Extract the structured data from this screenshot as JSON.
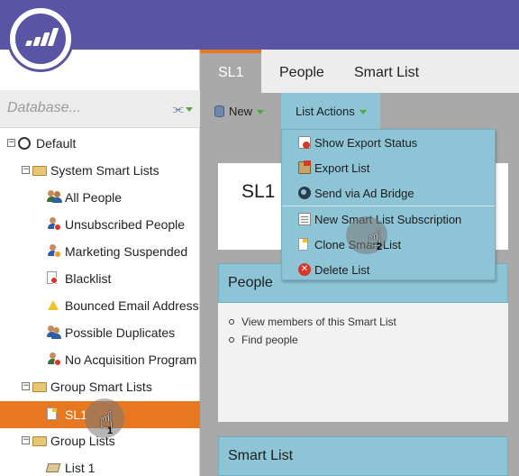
{
  "sidebar": {
    "database_placeholder": "Database...",
    "tree": [
      {
        "label": "Default"
      },
      {
        "label": "System Smart Lists"
      },
      {
        "label": "All People"
      },
      {
        "label": "Unsubscribed People"
      },
      {
        "label": "Marketing Suspended"
      },
      {
        "label": "Blacklist"
      },
      {
        "label": "Bounced Email Address"
      },
      {
        "label": "Possible Duplicates"
      },
      {
        "label": "No Acquisition Program"
      },
      {
        "label": "Group Smart Lists"
      },
      {
        "label": "SL1"
      },
      {
        "label": "Group Lists"
      },
      {
        "label": "List 1"
      }
    ]
  },
  "tabs": [
    {
      "label": "SL1"
    },
    {
      "label": "People"
    },
    {
      "label": "Smart List"
    }
  ],
  "toolbar": {
    "new_label": "New",
    "list_actions_label": "List Actions"
  },
  "menu": {
    "items": [
      {
        "label": "Show Export Status",
        "icon": "export-status-icon"
      },
      {
        "label": "Export List",
        "icon": "export-icon"
      },
      {
        "label": "Send via Ad Bridge",
        "icon": "ad-bridge-icon"
      },
      {
        "label": "New Smart List Subscription",
        "icon": "subscription-icon"
      },
      {
        "label": "Clone Smart List",
        "icon": "clone-icon"
      },
      {
        "label": "Delete List",
        "icon": "delete-icon"
      }
    ]
  },
  "main": {
    "title": "SL1",
    "people_panel": {
      "heading": "People",
      "links": [
        "View members of this Smart List",
        "Find people"
      ]
    },
    "smartlist_panel": {
      "heading": "Smart List"
    }
  },
  "cursors": [
    {
      "step": "1"
    },
    {
      "step": "2"
    }
  ],
  "colors": {
    "header": "#5a54a4",
    "accent": "#e87722",
    "panel": "#8ec5d6"
  }
}
